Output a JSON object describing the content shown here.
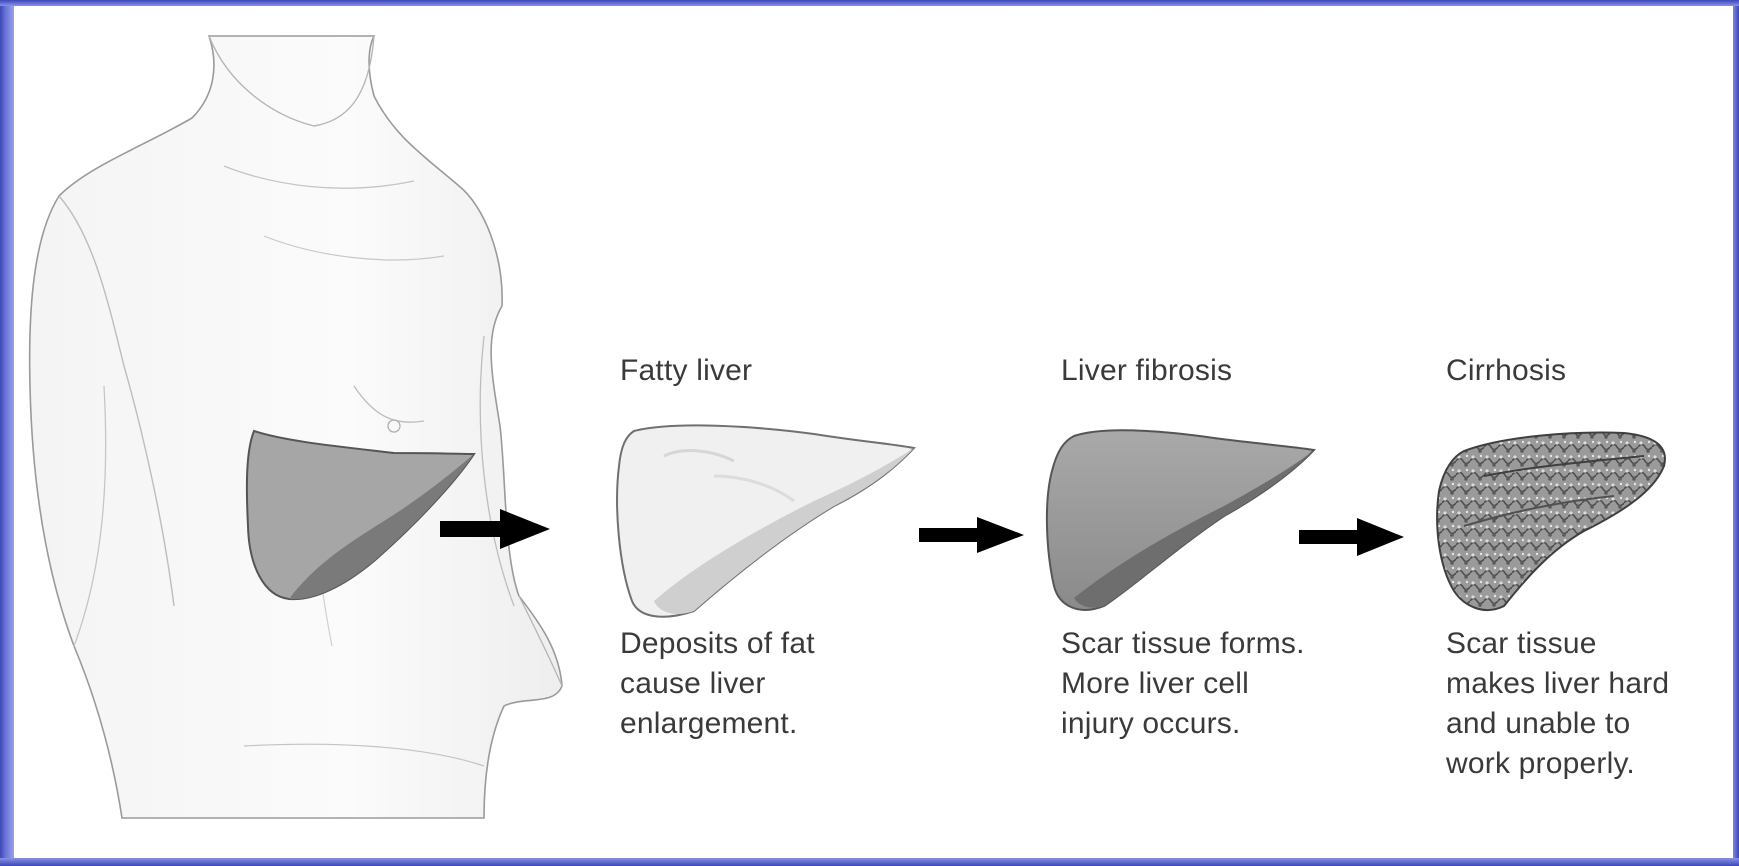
{
  "stages": [
    {
      "title": "Fatty liver",
      "caption": "Deposits of fat\ncause liver\nenlargement."
    },
    {
      "title": "Liver fibrosis",
      "caption": "Scar tissue forms.\nMore liver cell\ninjury occurs."
    },
    {
      "title": "Cirrhosis",
      "caption": "Scar tissue\nmakes liver hard\nand unable to\nwork properly."
    }
  ],
  "colors": {
    "frame": "#4a56c4",
    "arrow": "#000000",
    "text": "#3a3a3a"
  }
}
